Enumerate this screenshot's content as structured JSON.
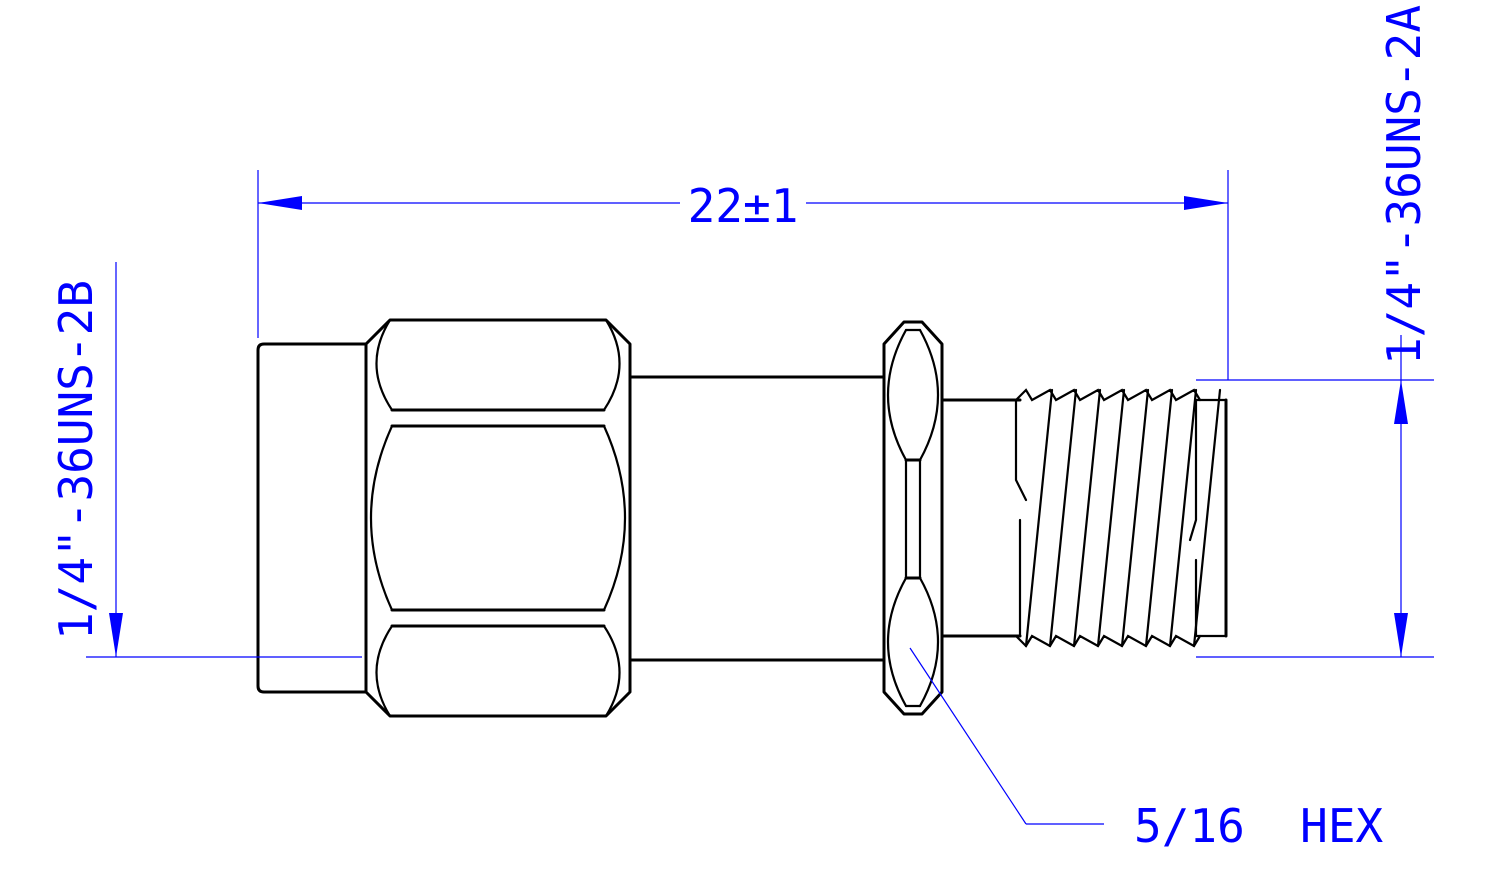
{
  "drawing": {
    "overall_length_label": "22±1",
    "left_thread_label": "1/4\"-36UNS-2B",
    "right_thread_label": "1/4\"-36UNS-2A",
    "hex_label": "5/16  HEX"
  },
  "colors": {
    "part_outline": "#000000",
    "dimension": "#0000ff",
    "background": "#ffffff"
  }
}
